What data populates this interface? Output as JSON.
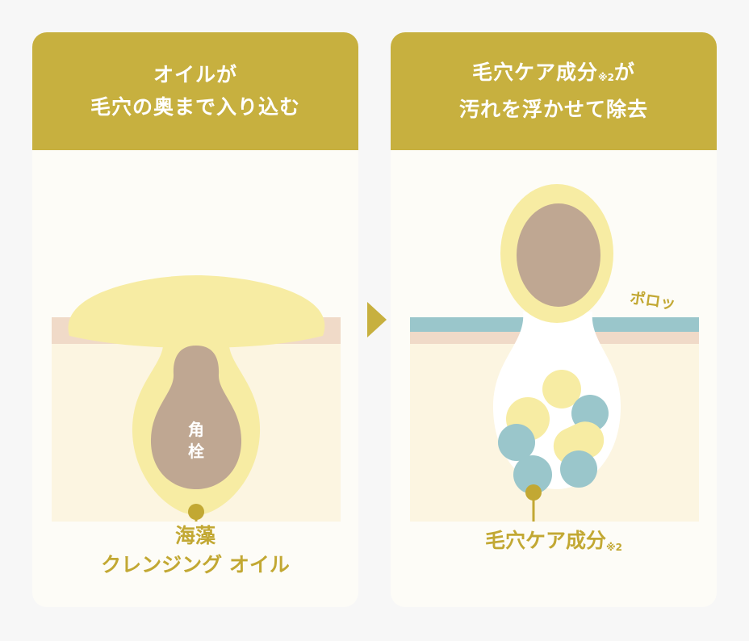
{
  "left_panel": {
    "title_line1": "オイルが",
    "title_line2": "毛穴の奥まで入り込む",
    "plug_label_line1": "角",
    "plug_label_line2": "栓",
    "caption_line1": "海藻",
    "caption_line2": "クレンジング オイル"
  },
  "right_panel": {
    "title_line1": "毛穴ケア成分",
    "title_note": "※2",
    "title_line1_end": "が",
    "title_line2": "汚れを浮かせて除去",
    "sound_label": "ポロッ",
    "caption": "毛穴ケア成分",
    "caption_note": "※2"
  },
  "colors": {
    "gold": "#c7b03f",
    "oil_yellow": "#f7eca3",
    "plug_brown": "#bfa792",
    "skin_cream": "#fcf5e1",
    "skin_pink": "#f0dac8",
    "teal": "#9ac6cb"
  }
}
